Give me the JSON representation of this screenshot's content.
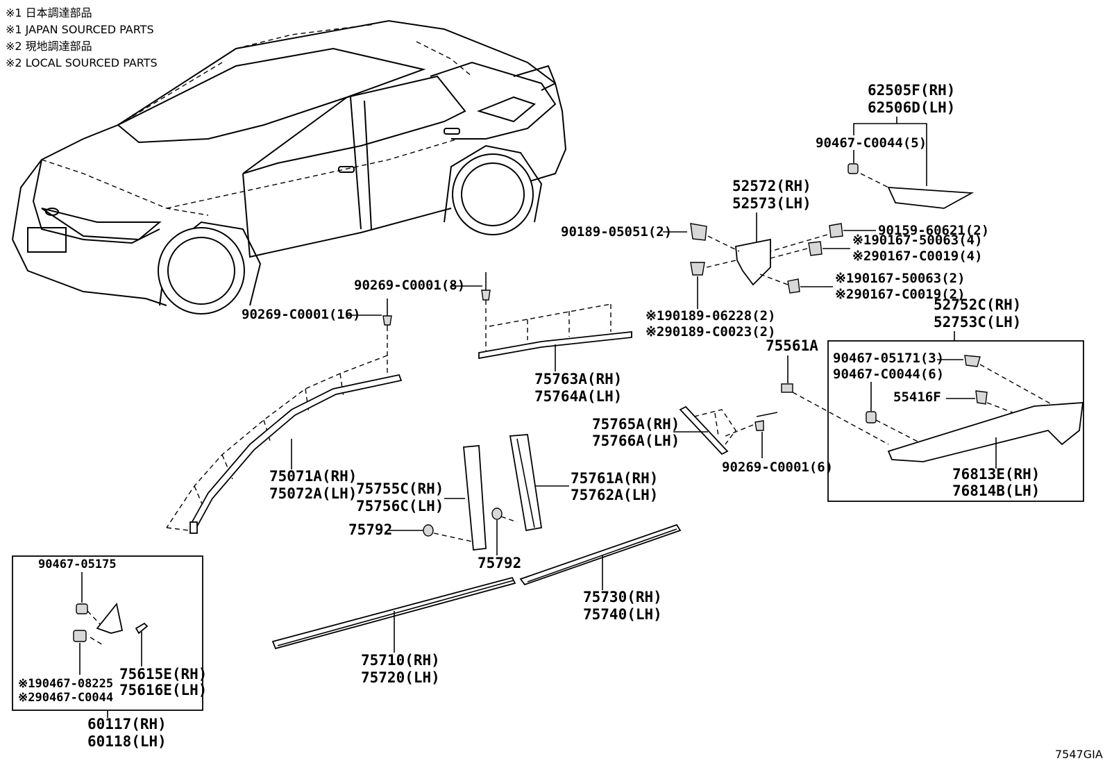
{
  "notes": [
    "※1 日本調達部品",
    "※1 JAPAN SOURCED PARTS",
    "※2 現地調達部品",
    "※2 LOCAL SOURCED PARTS"
  ],
  "diagram_code": "7547GIA",
  "labels": {
    "p62505F": "62505F(RH)",
    "p62506D": "62506D(LH)",
    "p90467_C0044_5": "90467-C0044(5)",
    "p52572": "52572(RH)",
    "p52573": "52573(LH)",
    "p90189_05051": "90189-05051(2)",
    "p90159_60621": "90159-60621(2)",
    "p90167_50063_4": "※190167-50063(4)",
    "p90167_C0019_4": "※290167-C0019(4)",
    "p90167_50063_2": "※190167-50063(2)",
    "p90167_C0019_2": "※290167-C0019(2)",
    "p90189_06228": "※190189-06228(2)",
    "p90189_C0023": "※290189-C0023(2)",
    "p52752C": "52752C(RH)",
    "p52753C": "52753C(LH)",
    "p75561A": "75561A",
    "p90467_05171": "90467-05171(3)",
    "p90467_C0044_6": "90467-C0044(6)",
    "p55416F": "55416F",
    "p76813E": "76813E(RH)",
    "p76814B": "76814B(LH)",
    "p90269_C0001_8": "90269-C0001(8)",
    "p90269_C0001_16": "90269-C0001(16)",
    "p75763A": "75763A(RH)",
    "p75764A": "75764A(LH)",
    "p75765A": "75765A(RH)",
    "p75766A": "75766A(LH)",
    "p90269_C0001_6": "90269-C0001(6)",
    "p75071A": "75071A(RH)",
    "p75072A": "75072A(LH)",
    "p75755C": "75755C(RH)",
    "p75756C": "75756C(LH)",
    "p75761A": "75761A(RH)",
    "p75762A": "75762A(LH)",
    "p75792a": "75792",
    "p75792b": "75792",
    "p75730": "75730(RH)",
    "p75740": "75740(LH)",
    "p75710": "75710(RH)",
    "p75720": "75720(LH)",
    "p90467_05175": "90467-05175",
    "p90467_08225": "※190467-08225",
    "p90467_C0044_box": "※290467-C0044",
    "p75615E": "75615E(RH)",
    "p75616E": "75616E(LH)",
    "p60117": "60117(RH)",
    "p60118": "60118(LH)"
  }
}
